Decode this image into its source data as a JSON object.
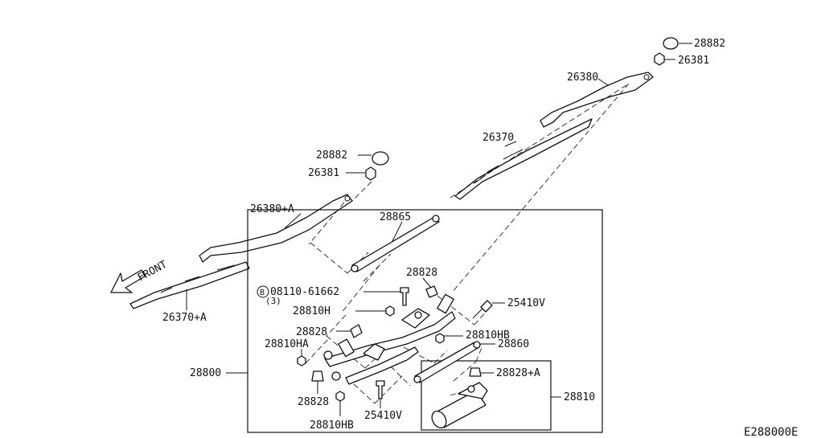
{
  "front_label": "FRONT",
  "drawing_number": "E288000E",
  "bolt_spec": {
    "symbol": "B",
    "number": "08110-61662",
    "qty": "(3)"
  },
  "callouts": {
    "cap_right": "28882",
    "nut_right": "26381",
    "arm_right": "26380",
    "blade_right": "26370",
    "cap_left": "28882",
    "nut_left": "26381",
    "arm_left": "26380+A",
    "blade_left": "26370+A",
    "rod_upper": "28865",
    "bushing_a": "28828",
    "bolt_right": "25410V",
    "nut_h": "28810H",
    "bushing_b": "28828",
    "nut_ha": "28810HA",
    "nut_hb_right": "28810HB",
    "rod_lower": "28860",
    "bushing_motor": "28828+A",
    "motor": "28810",
    "assembly": "28800",
    "bushing_c": "28828",
    "nut_hb_bottom": "28810HB",
    "bolt_bottom": "25410V"
  }
}
